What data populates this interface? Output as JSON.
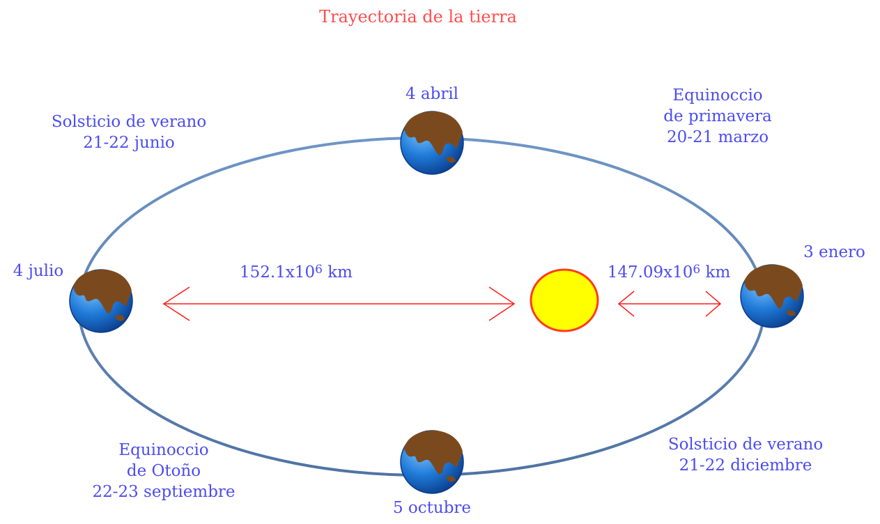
{
  "title": "Trayectoria de la tierra",
  "colors": {
    "title": "#ff4d4d",
    "label": "#4c4cf0",
    "orbit": "#5f86b8",
    "arrow": "#ff1a1a",
    "sun_fill": "#ffff00",
    "sun_stroke": "#ff3b1f",
    "earth_ocean": "#1f7ad8",
    "earth_land": "#7a4a1e"
  },
  "positions": {
    "top": {
      "date": "4 abril"
    },
    "right": {
      "date": "3 enero"
    },
    "bottom": {
      "date": "5 octubre"
    },
    "left": {
      "date": "4 julio"
    }
  },
  "events": {
    "top_left": {
      "line1": "Solsticio de verano",
      "line2": "21-22 junio"
    },
    "top_right": {
      "line1": "Equinoccio",
      "line2": "de primavera",
      "line3": "20-21 marzo"
    },
    "bottom_left": {
      "line1": "Equinoccio",
      "line2": "de Otoño",
      "line3": "22-23 septiembre"
    },
    "bottom_right": {
      "line1": "Solsticio de verano",
      "line2": "21-22 diciembre"
    }
  },
  "distances": {
    "aphelion": {
      "mantissa": "152.1x10",
      "exponent": "6",
      "unit": "km"
    },
    "perihelion": {
      "mantissa": "147.09x10",
      "exponent": "6",
      "unit": "km"
    }
  }
}
